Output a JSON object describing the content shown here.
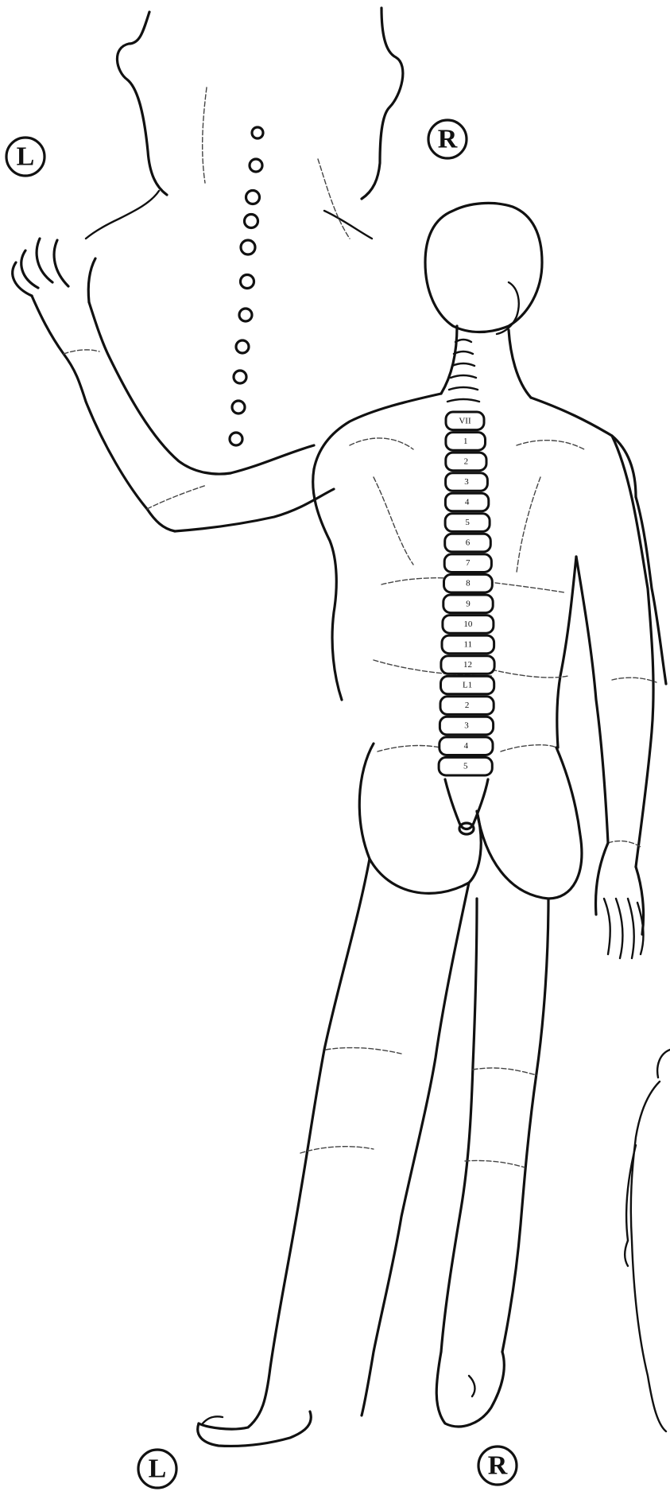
{
  "labels": {
    "top_left": "L",
    "top_right": "R",
    "bottom_left": "L",
    "bottom_right": "R"
  },
  "vertebrae_labels": [
    "VII",
    "1",
    "2",
    "3",
    "4",
    "5",
    "6",
    "7",
    "8",
    "9",
    "10",
    "11",
    "12",
    "L1",
    "2",
    "3",
    "4",
    "5"
  ]
}
